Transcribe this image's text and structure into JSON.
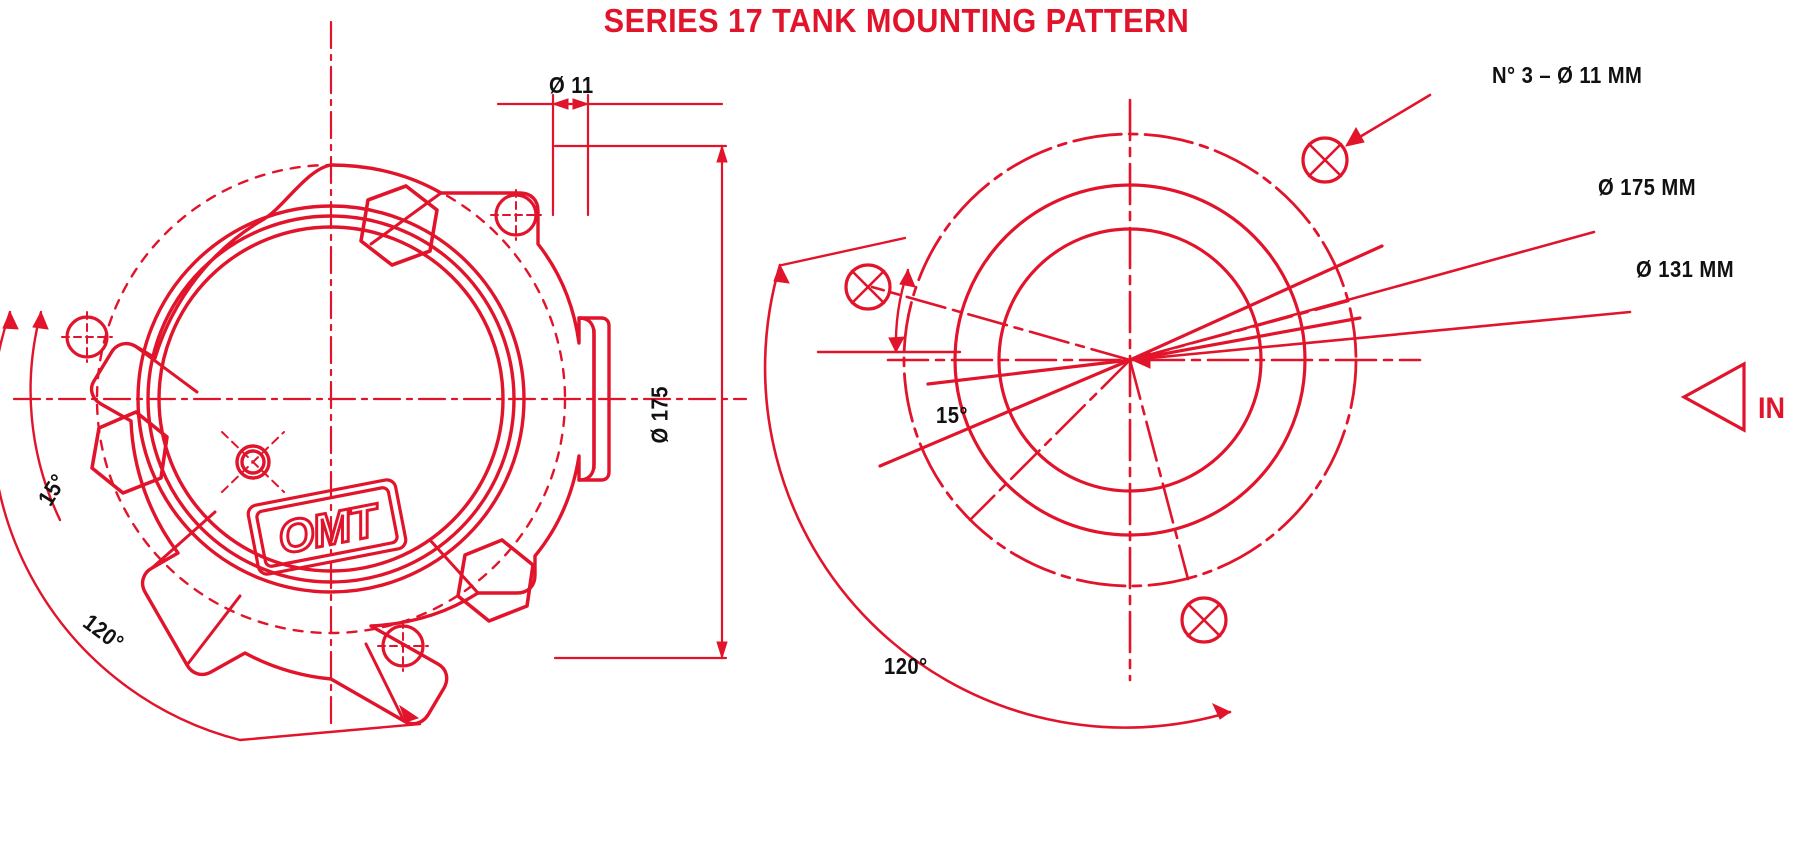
{
  "title": "SERIES 17 TANK MOUNTING PATTERN",
  "accent_color": "#e1142b",
  "label_color": "#111111",
  "background": "#ffffff",
  "left_view": {
    "name": "flange-face-view",
    "dim_hole": "Ø 11",
    "dim_diameter": "Ø 175",
    "angle_small": "15°",
    "angle_large": "120°",
    "logo_text": "OMT"
  },
  "right_view": {
    "name": "bolt-pattern-view",
    "callout_holes": "N° 3 – Ø 11 MM",
    "callout_outer": "Ø 175 MM",
    "callout_bolt_circle": "Ø 131 MM",
    "angle_small": "15°",
    "angle_large": "120°",
    "flow_marker": "IN"
  },
  "chart_data": {
    "type": "diagram",
    "title": "SERIES 17 TANK MOUNTING PATTERN",
    "units": "mm",
    "outer_diameter": 175,
    "bolt_circle_diameter": 131,
    "hole_diameter": 11,
    "hole_count": 3,
    "hole_spacing_deg": 120,
    "first_hole_offset_deg": 15,
    "flow_direction": "IN"
  }
}
